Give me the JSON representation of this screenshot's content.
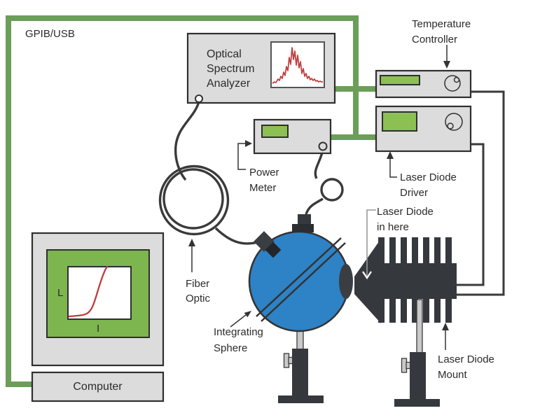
{
  "labels": {
    "bus": "GPIB/USB",
    "osa": [
      "Optical",
      "Spectrum",
      "Analyzer"
    ],
    "temperature_controller": [
      "Temperature",
      "Controller"
    ],
    "laser_diode_driver": [
      "Laser Diode",
      "Driver"
    ],
    "power_meter": [
      "Power",
      "Meter"
    ],
    "fiber_optic": [
      "Fiber",
      "Optic"
    ],
    "integrating_sphere": [
      "Integrating",
      "Sphere"
    ],
    "laser_diode_in_here": [
      "Laser Diode",
      "in here"
    ],
    "laser_diode_mount": [
      "Laser Diode",
      "Mount"
    ],
    "computer": "Computer",
    "monitor_axis_y": "L",
    "monitor_axis_x": "I"
  },
  "colors": {
    "bus_green": "#6b9e59",
    "display_green": "#8cc053",
    "monitor_green": "#7db54f",
    "device_gray": "#dcdcdc",
    "outline_dark": "#333333",
    "hardware_dark": "#35393d",
    "sphere_blue": "#2e82c6",
    "trace_red": "#c23b3b",
    "post_gray": "#c9c9c9"
  },
  "inset_charts": {
    "osa_screen": {
      "type": "line",
      "curve": "multi-peak optical spectrum"
    },
    "monitor_chart": {
      "type": "line",
      "xlabel": "I",
      "ylabel": "L",
      "curve": "L-I threshold curve"
    }
  }
}
